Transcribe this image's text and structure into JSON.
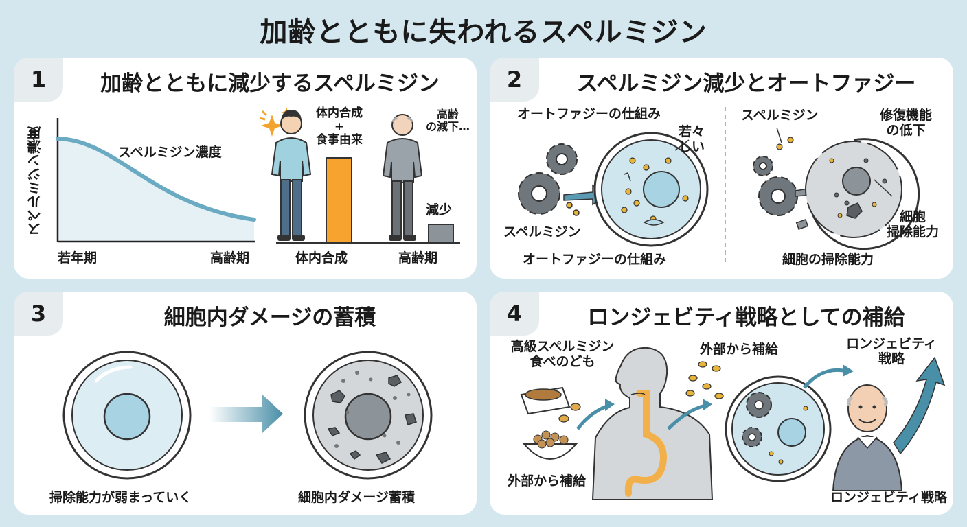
{
  "title": "加齢とともに失われるスペルミジン",
  "panels": [
    {
      "number": "1",
      "title": "加齢とともに減少するスペルミジン",
      "chart_ylabel": "スペルミジン濃度",
      "curve_label": "スペルミジン濃度",
      "x_start": "若年期",
      "x_end": "高齢期",
      "young_bar_label_1": "体内合成",
      "young_bar_label_plus": "+",
      "young_bar_label_2": "食事由来",
      "old_note_1": "高齢",
      "old_note_2": "の減下…",
      "old_bar_label": "減少",
      "bottom_left": "体内合成",
      "bottom_right": "高齢期"
    },
    {
      "number": "2",
      "title": "スペルミジン減少とオートファジー",
      "left_heading": "オートファジーの仕組み",
      "young_label_1": "若々",
      "young_label_2": "しい",
      "spermidine_label": "スペルミジン",
      "left_caption": "オートファジーの仕組み",
      "right_spermidine": "スペルミジン",
      "repair_1": "修復機能",
      "repair_2": "の低下",
      "cell_clean_1": "細胞",
      "cell_clean_2": "掃除能力",
      "right_caption": "細胞の掃除能力"
    },
    {
      "number": "3",
      "title": "細胞内ダメージの蓄積",
      "left_caption": "掃除能力が弱まっていく",
      "right_caption": "細胞内ダメージ蓄積"
    },
    {
      "number": "4",
      "title": "ロンジェビティ戦略としての補給",
      "food_1": "高級スペルミジン",
      "food_2": "食べのども",
      "supply_top": "外部から補給",
      "strategy_1": "ロンジェビティ",
      "strategy_2": "戦略",
      "supply_bottom": "外部から補給",
      "strategy_bottom": "ロンジェビティ戦略"
    }
  ],
  "colors": {
    "background": "#d4e6ee",
    "curve": "#6aaac2",
    "young_bar": "#f7a330",
    "old_bar": "#8c949a",
    "cell": "#cfe6ef",
    "gear": "#6f777c",
    "spermidine_dot": "#e8b43a",
    "arrow": "#4a8fa8",
    "stomach": "#f2b04a"
  },
  "icons": [
    "gear-icon",
    "cell-icon",
    "person-icon",
    "arrow-icon",
    "food-bowl-icon",
    "sparkle-icon"
  ]
}
